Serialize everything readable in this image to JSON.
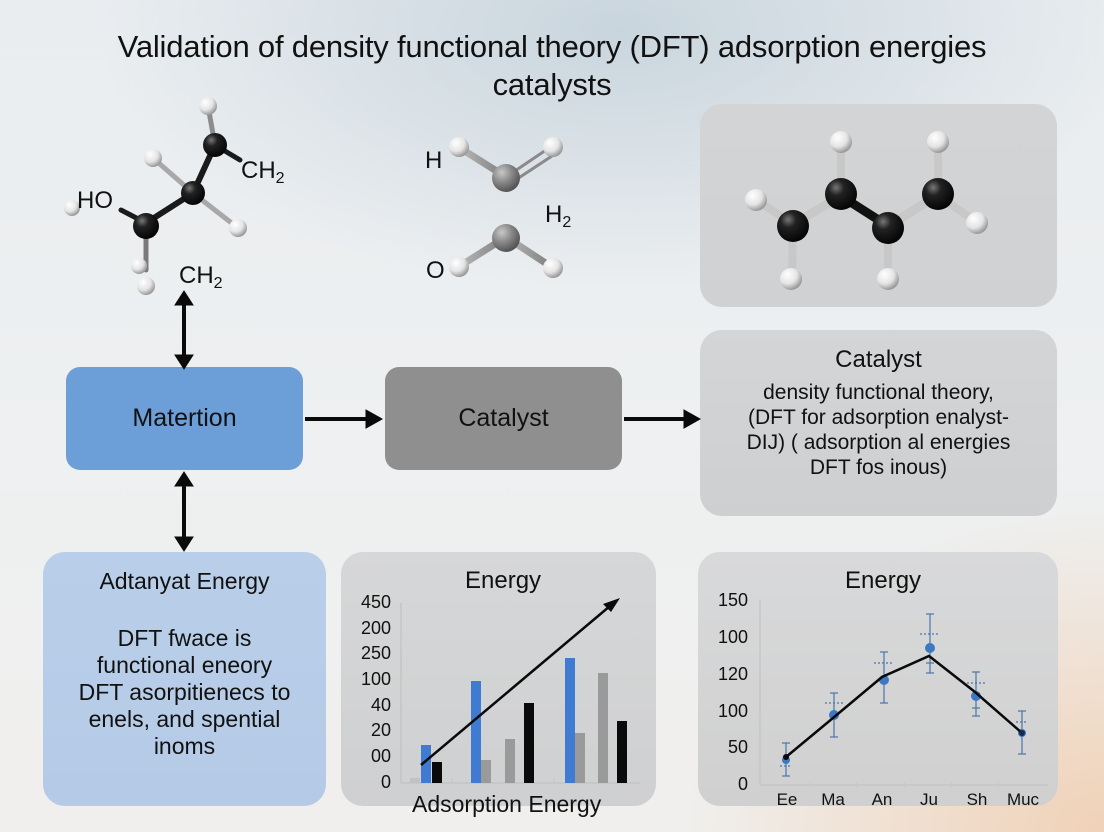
{
  "title": {
    "line1": "Validation of density functional theory (DFT) adsorption energies",
    "line2": "catalysts"
  },
  "molecules": {
    "left": {
      "labels": {
        "ho": "HO",
        "ch2_top": "CH",
        "ch2_top_sub": "2",
        "ch2_bottom": "CH",
        "ch2_bottom_sub": "2"
      }
    },
    "center": {
      "labels": {
        "h": "H",
        "h2": "H",
        "h2_sub": "2",
        "o": "O"
      }
    },
    "right": {
      "description": "ball-and-stick molecule, 4 carbons"
    }
  },
  "flow": {
    "matertion_label": "Matertion",
    "catalyst_label": "Catalyst",
    "catalyst_panel": {
      "heading": "Catalyst",
      "body": "density functional theory,\n(DFT for adsorption enalyst-\nDIJ) ( adsorption al energies\nDFT fos inous)"
    },
    "adt_panel": {
      "heading": "Adtanyat Energy",
      "body": "DFT fwace is\nfunctional eneory\nDFT asorpitienecs to\nenels, and spential\ninoms"
    }
  },
  "colors": {
    "blue_box": "#6c9fd8",
    "grey_box": "#8f8f8f",
    "light_blue_panel": "#b9cfe9",
    "bar_blue": "#3f7bd0",
    "bar_grey": "#9a9a9a",
    "bar_black": "#0a0a0a",
    "marker_blue": "#3d78c3"
  },
  "chart_data": [
    {
      "type": "bar",
      "title": "Energy",
      "xlabel": "Adsorption Energy",
      "ylabel": "",
      "ytick_labels": [
        "450",
        "200",
        "250",
        "100",
        "40",
        "20",
        "00",
        "0"
      ],
      "grid": false,
      "legend": null,
      "groups": [
        {
          "bars": [
            {
              "color": "grey",
              "value": 3
            },
            {
              "color": "blue",
              "value": 40
            },
            {
              "color": "black",
              "value": 22
            }
          ]
        },
        {
          "bars": [
            {
              "color": "blue",
              "value": 105
            },
            {
              "color": "grey",
              "value": 24
            }
          ]
        },
        {
          "bars": [
            {
              "color": "grey",
              "value": 45
            },
            {
              "color": "black",
              "value": 82
            }
          ]
        },
        {
          "bars": [
            {
              "color": "blue",
              "value": 128
            },
            {
              "color": "grey",
              "value": 52
            }
          ]
        },
        {
          "bars": [
            {
              "color": "grey",
              "value": 113
            },
            {
              "color": "black",
              "value": 64
            }
          ]
        }
      ],
      "annotations": [
        "diagonal trend arrow from lower-left to upper-right"
      ]
    },
    {
      "type": "line",
      "title": "Energy",
      "categories": [
        "Ee",
        "Ma",
        "An",
        "Ju",
        "Sh",
        "Muc"
      ],
      "ytick_labels": [
        "150",
        "100",
        "120",
        "100",
        "50",
        "0"
      ],
      "series": [
        {
          "name": "line",
          "values": [
            38,
            83,
            130,
            176,
            120,
            72
          ]
        },
        {
          "name": "markers",
          "values": [
            38,
            95,
            117,
            185,
            119,
            70
          ],
          "error_bars": true
        }
      ],
      "grid": false,
      "legend": null
    }
  ],
  "bar_chart_render": {
    "bars": [
      {
        "x": 410,
        "top": 778,
        "color": "#c2c2c2"
      },
      {
        "x": 421,
        "top": 745,
        "color": "#3f7bd0"
      },
      {
        "x": 432,
        "top": 762,
        "color": "#0a0a0a"
      },
      {
        "x": 471,
        "top": 681,
        "color": "#3f7bd0"
      },
      {
        "x": 481,
        "top": 760,
        "color": "#9a9a9a"
      },
      {
        "x": 505,
        "top": 739,
        "color": "#9a9a9a"
      },
      {
        "x": 524,
        "top": 703,
        "color": "#0a0a0a"
      },
      {
        "x": 565,
        "top": 658,
        "color": "#3f7bd0"
      },
      {
        "x": 575,
        "top": 733,
        "color": "#9a9a9a"
      },
      {
        "x": 598,
        "top": 673,
        "color": "#9a9a9a"
      },
      {
        "x": 617,
        "top": 721,
        "color": "#0a0a0a"
      }
    ]
  }
}
